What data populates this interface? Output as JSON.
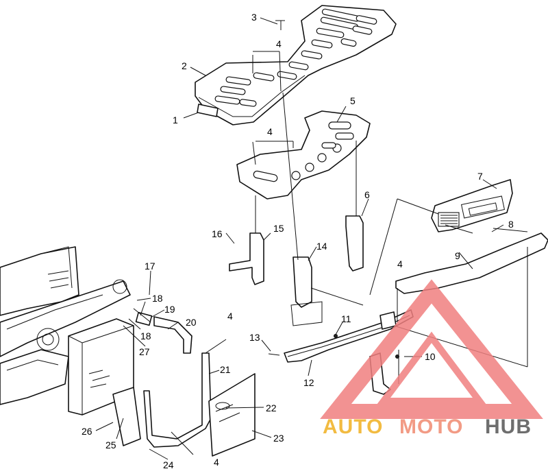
{
  "callouts": [
    {
      "label": "1"
    },
    {
      "label": "2"
    },
    {
      "label": "3"
    },
    {
      "label": "4"
    },
    {
      "label": "4"
    },
    {
      "label": "4"
    },
    {
      "label": "4"
    },
    {
      "label": "4"
    },
    {
      "label": "5"
    },
    {
      "label": "6"
    },
    {
      "label": "7"
    },
    {
      "label": "8"
    },
    {
      "label": "9"
    },
    {
      "label": "10"
    },
    {
      "label": "11"
    },
    {
      "label": "12"
    },
    {
      "label": "13"
    },
    {
      "label": "14"
    },
    {
      "label": "15"
    },
    {
      "label": "16"
    },
    {
      "label": "17"
    },
    {
      "label": "18"
    },
    {
      "label": "18"
    },
    {
      "label": "19"
    },
    {
      "label": "20"
    },
    {
      "label": "21"
    },
    {
      "label": "22"
    },
    {
      "label": "23"
    },
    {
      "label": "24"
    },
    {
      "label": "25"
    },
    {
      "label": "26"
    },
    {
      "label": "27"
    }
  ],
  "watermark": {
    "part1": "AUTO",
    "part2": "MOTO",
    "part3": "HUB",
    "color_auto": "#f0b020",
    "color_moto": "#f08a70",
    "color_hub": "#555555",
    "triangle_color": "#f08080"
  }
}
